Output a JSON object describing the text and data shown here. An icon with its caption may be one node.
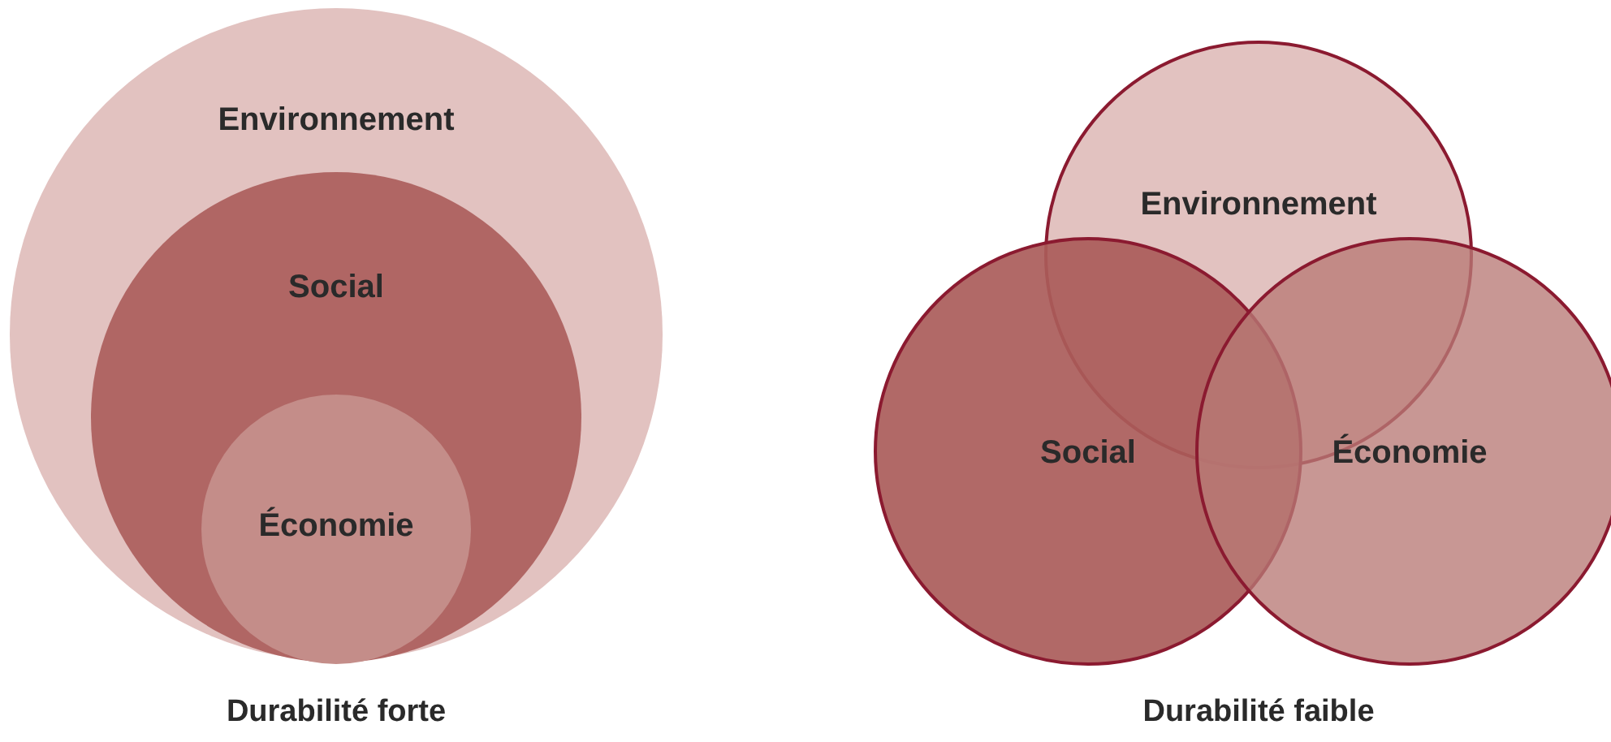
{
  "diagram": {
    "nodes": [
      {
        "text": [
          "Environnement"
        ]
      },
      {
        "text": [
          "Social"
        ],
        "in": 0
      },
      {
        "text": [
          "Économie"
        ],
        "in": 1
      },
      {
        "text": [
          "Environnement"
        ]
      },
      {
        "text": [
          "Social"
        ]
      },
      {
        "text": [
          "Économie"
        ]
      }
    ],
    "labels": [
      "Durabilité forte",
      "Durabilité faible"
    ]
  }
}
